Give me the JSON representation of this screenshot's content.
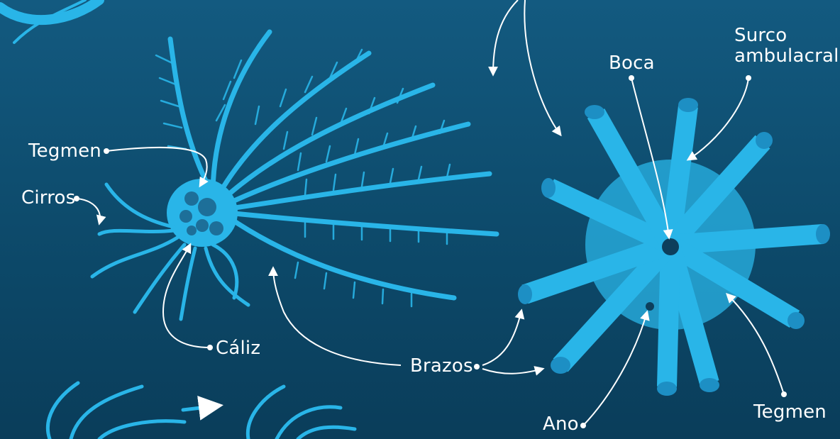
{
  "labels": {
    "tegmen_left": "Tegmen",
    "cirros": "Cirros",
    "caliz": "Cáliz",
    "brazos": "Brazos",
    "boca": "Boca",
    "surco_line1": "Surco",
    "surco_line2": "ambulacral",
    "ano": "Ano",
    "tegmen_right": "Tegmen"
  },
  "colors": {
    "background_top": "#135a80",
    "background_bottom": "#0a3d5a",
    "organism": "#29b5e8",
    "organism_dark": "#1d8fc4",
    "label": "#ffffff"
  }
}
